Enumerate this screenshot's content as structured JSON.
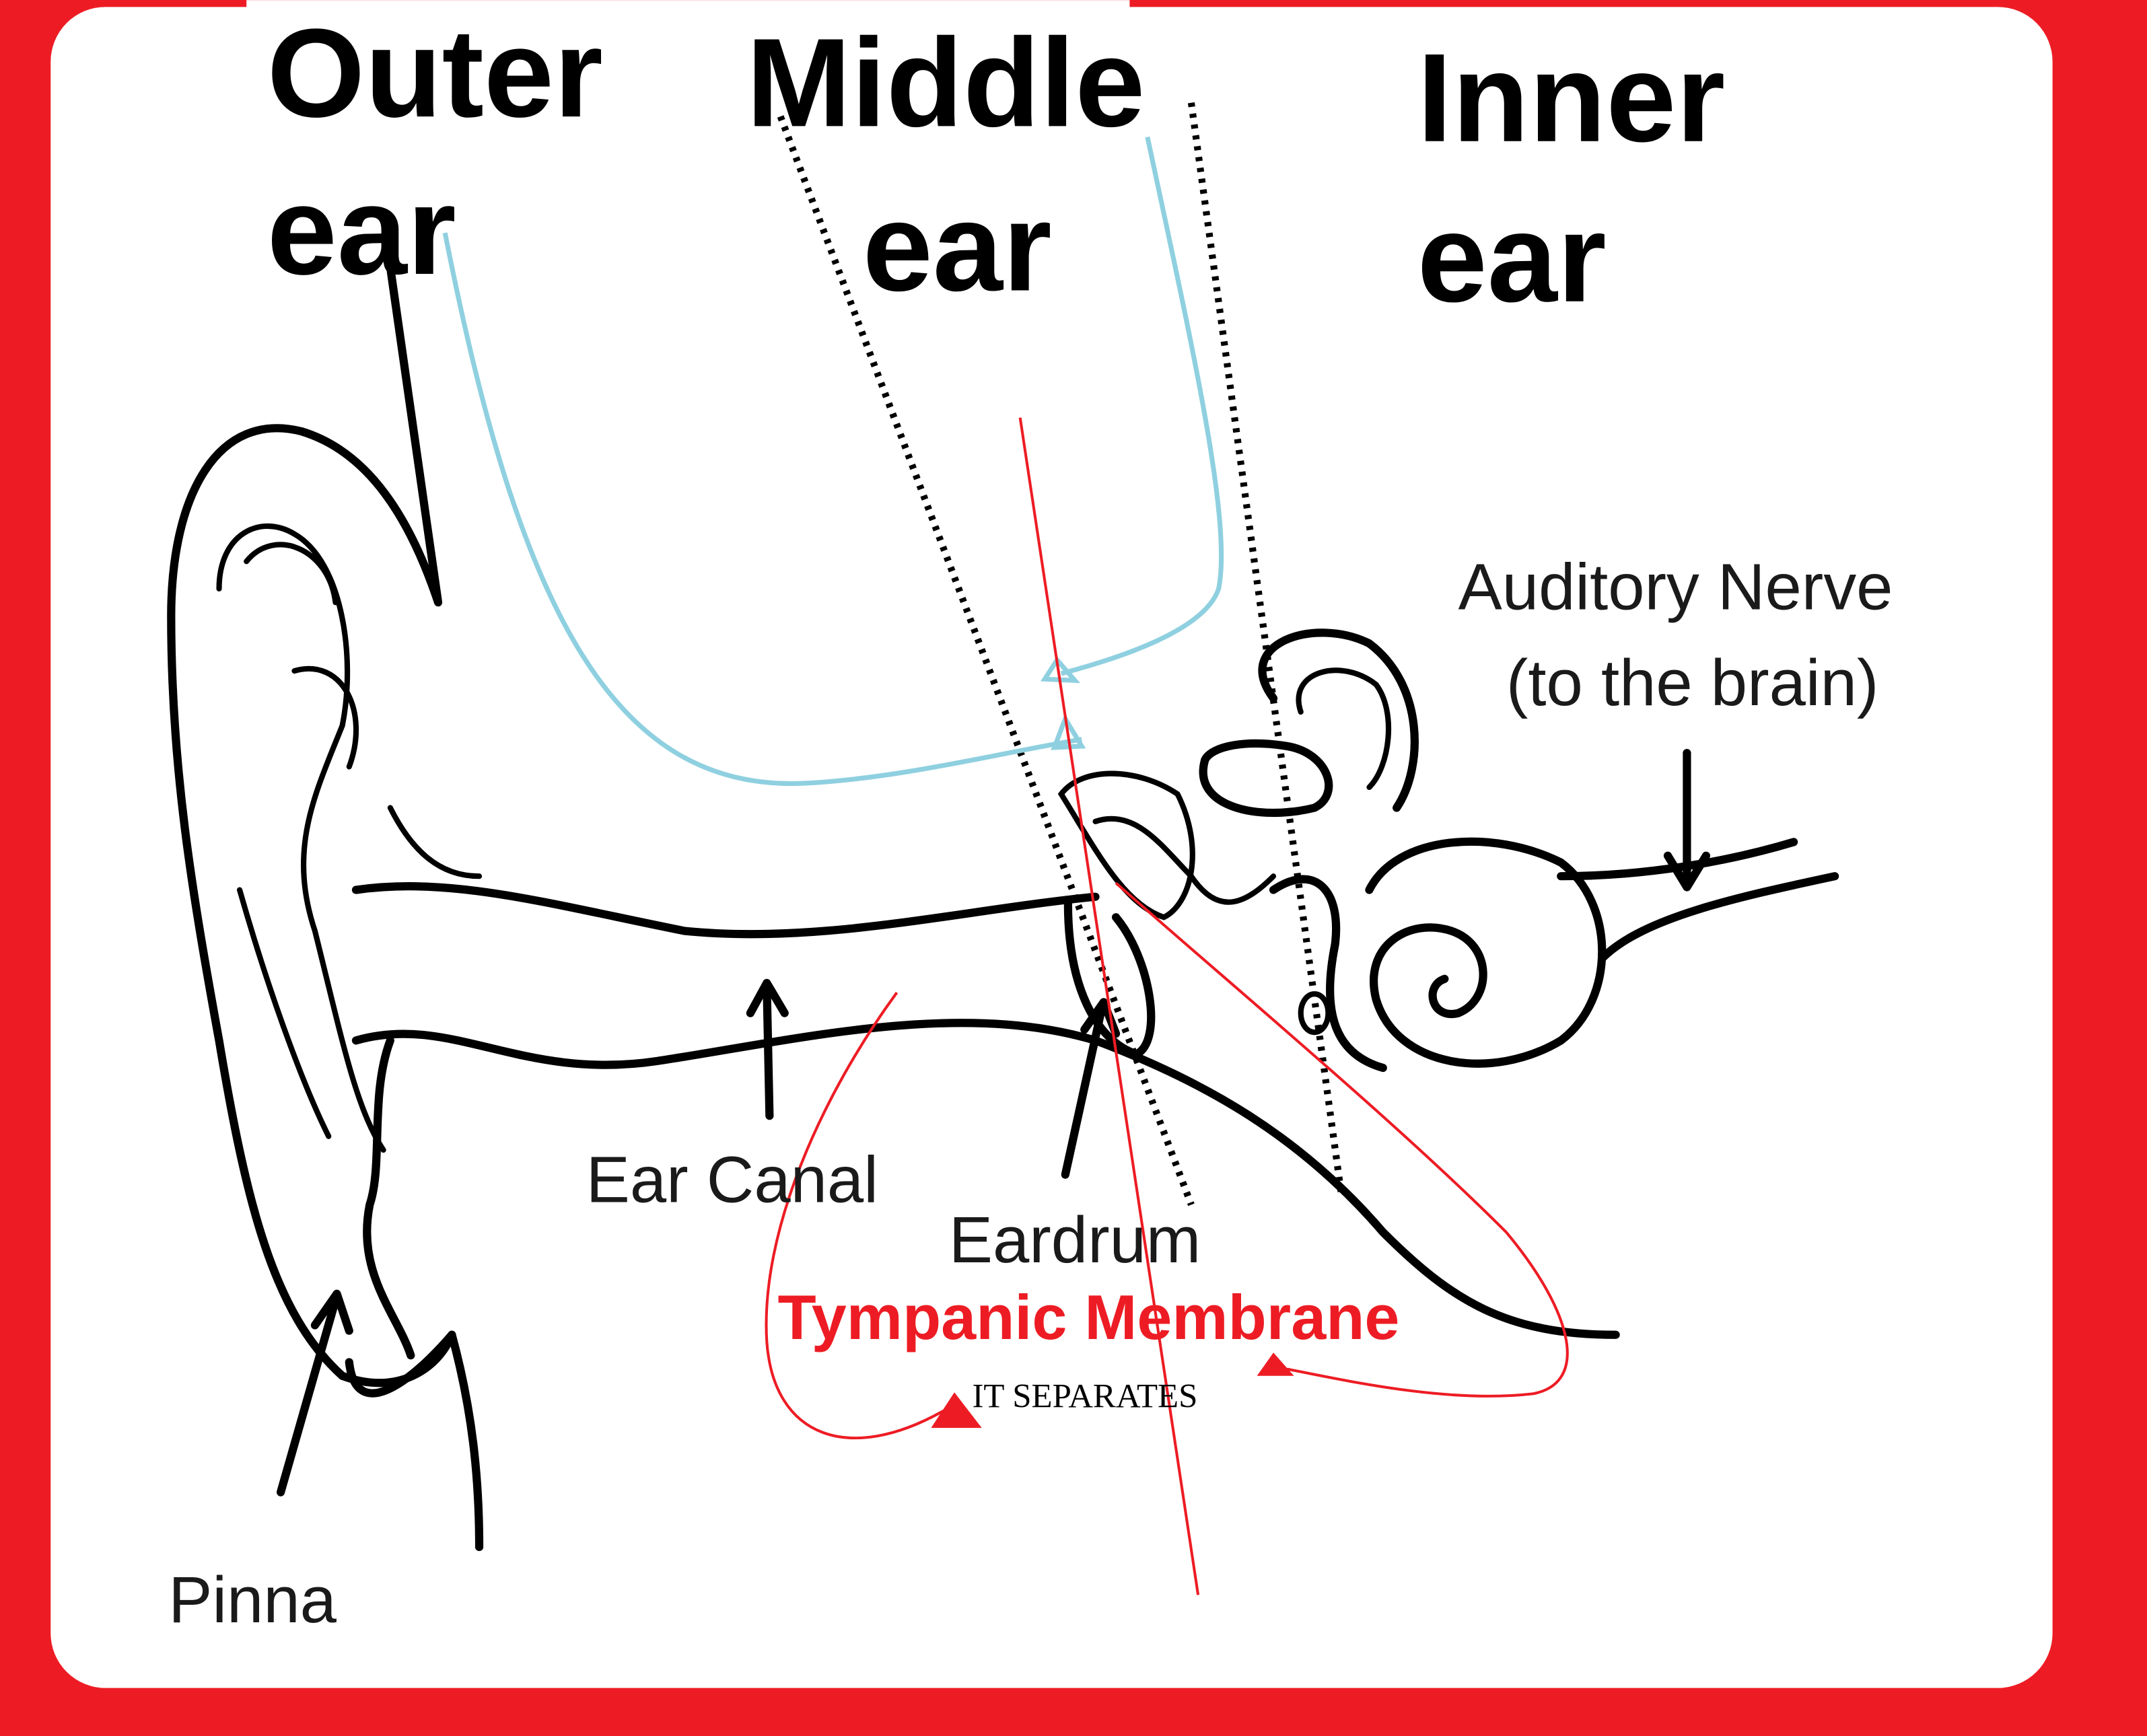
{
  "diagram": {
    "sections": {
      "outer": [
        "Outer",
        "ear"
      ],
      "middle": [
        "Middle",
        "ear"
      ],
      "inner": [
        "Inner",
        "ear"
      ]
    },
    "labels": {
      "auditory_nerve": "Auditory Nerve",
      "auditory_nerve_note": "(to the brain)",
      "ear_canal": "Ear Canal",
      "eardrum": "Eardrum",
      "pinna": "Pinna"
    },
    "annotations": {
      "tympanic_membrane": "Tympanic Membrane",
      "note": "IT SEPARATES"
    },
    "colors": {
      "frame": "#ed1c24",
      "annotation": "#ed1c24",
      "arrows_blue": "#8fd0e0"
    }
  }
}
